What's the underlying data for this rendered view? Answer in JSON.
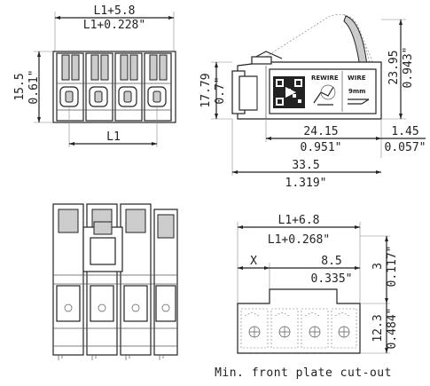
{
  "front_view": {
    "width_mm": "L1+5.8",
    "width_in": "L1+0.228\"",
    "height_mm": "15.5",
    "height_in": "0.61\"",
    "pitch_label": "L1"
  },
  "side_view": {
    "height_left_mm": "17.79",
    "height_left_in": "0.7\"",
    "height_right_mm": "23.95",
    "height_right_in": "0.943\"",
    "depth_a_mm": "24.15",
    "depth_a_in": "0.951\"",
    "offset_mm": "1.45",
    "offset_in": "0.057\"",
    "depth_total_mm": "33.5",
    "depth_total_in": "1.319\"",
    "label_rewire": "REWIRE",
    "label_wire": "WIRE",
    "label_9mm": "9mm"
  },
  "cutout": {
    "width_mm": "L1+6.8",
    "width_in": "L1+0.268\"",
    "x_label": "X",
    "x_mm": "8.5",
    "x_in": "0.335\"",
    "top_mm": "3",
    "top_in": "0.117\"",
    "height_mm": "12.3",
    "height_in": "0.484\"",
    "caption": "Min. front plate cut-out"
  }
}
